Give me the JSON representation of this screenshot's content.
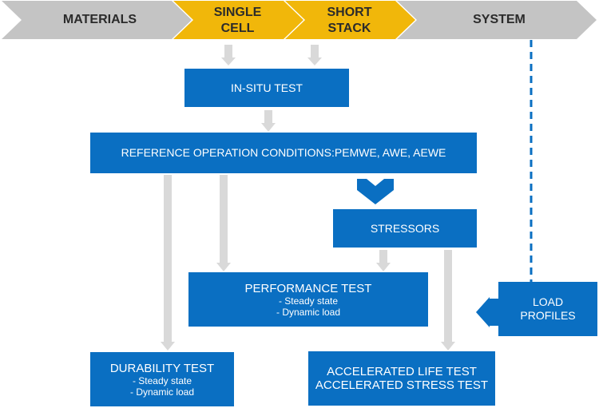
{
  "colors": {
    "gray_stage": "#c4c4c4",
    "yellow_stage": "#f1b70a",
    "box_blue": "#0a6fc2",
    "connector_gray": "#d9d9d9",
    "dashed_blue": "#0a6fc2",
    "stage_text": "#2b2b2b"
  },
  "stages": [
    {
      "label_line1": "MATERIALS",
      "label_line2": "",
      "highlight": false
    },
    {
      "label_line1": "SINGLE",
      "label_line2": "CELL",
      "highlight": true
    },
    {
      "label_line1": "SHORT",
      "label_line2": "STACK",
      "highlight": true
    },
    {
      "label_line1": "SYSTEM",
      "label_line2": "",
      "highlight": false
    }
  ],
  "boxes": {
    "in_situ": {
      "title": "IN-SITU TEST"
    },
    "reference": {
      "title": "REFERENCE OPERATION CONDITIONS:PEMWE, AWE, AEWE"
    },
    "stressors": {
      "title": "STRESSORS"
    },
    "performance": {
      "title": "PERFORMANCE TEST",
      "items": [
        "- Steady state",
        "- Dynamic load"
      ]
    },
    "load_profiles": {
      "line1": "LOAD",
      "line2": "PROFILES"
    },
    "durability": {
      "title": "DURABILITY TEST",
      "items": [
        "- Steady state",
        "- Dynamic load"
      ]
    },
    "accelerated": {
      "line1": "ACCELERATED LIFE TEST",
      "line2": "ACCELERATED STRESS TEST"
    }
  }
}
